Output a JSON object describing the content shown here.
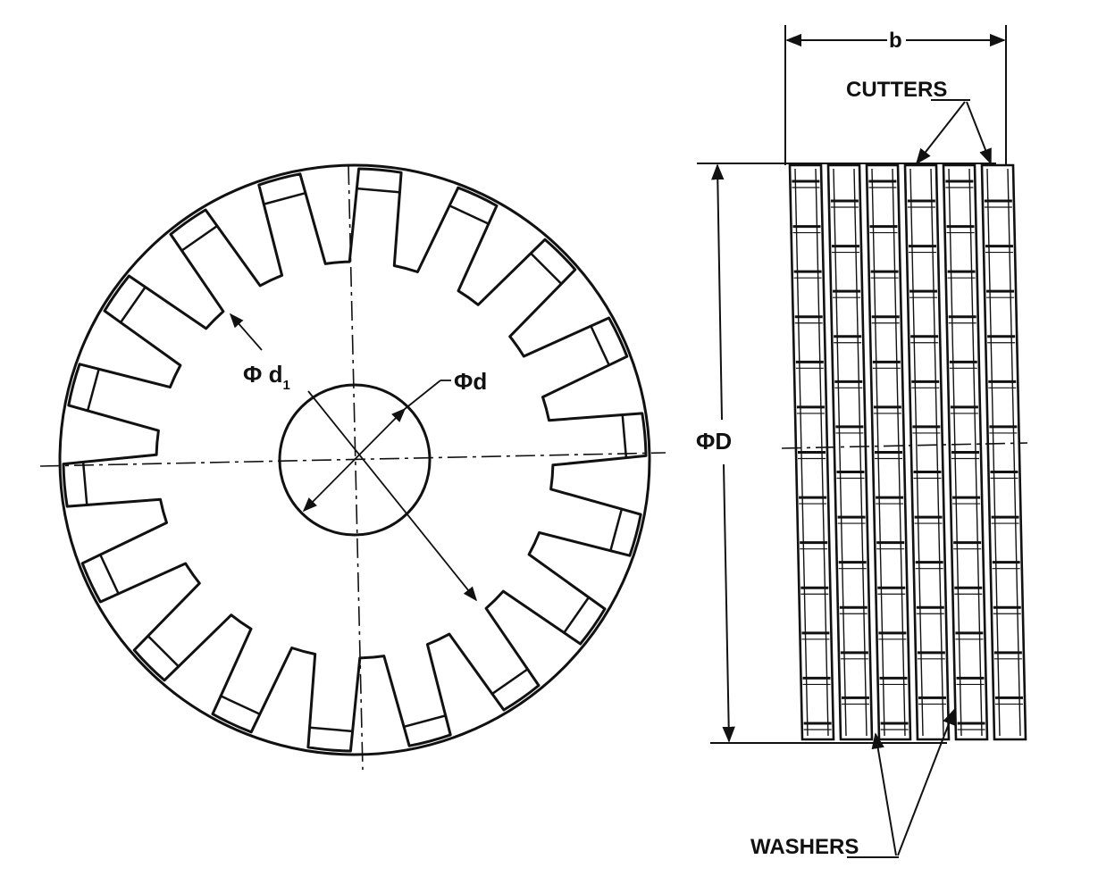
{
  "labels": {
    "d1_symbol": "Φ d",
    "d1_subscript": "1",
    "d": "Φd",
    "D": "ΦD",
    "b": "b",
    "cutters": "CUTTERS",
    "washers": "WASHERS"
  },
  "colors": {
    "ink": "#111111",
    "paper": "#ffffff"
  },
  "gear": {
    "tooth_count": 18
  },
  "stack": {
    "cutter_count": 6,
    "washer_count": 5
  }
}
